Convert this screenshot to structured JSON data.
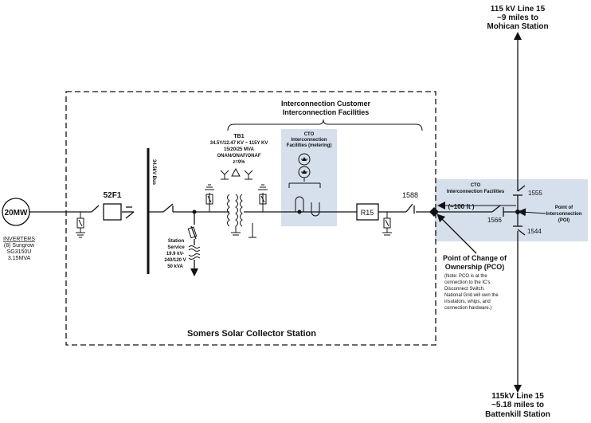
{
  "line15_north": {
    "line1": "115 kV Line 15",
    "line2": "~9 miles to",
    "line3": "Mohican Station"
  },
  "line15_south": {
    "line1": "115kV Line 15",
    "line2": "~5.18 miles to",
    "line3": "Battenkill Station"
  },
  "generator": {
    "label": "20MW",
    "inverters_title": "INVERTERS",
    "inverters_line2": "(8) Sungrow",
    "inverters_line3": "SG3150U",
    "inverters_line4": "3.15MVA"
  },
  "breaker_52f1": "52F1",
  "bus_label": "34.5kV Bus",
  "transformer": {
    "line1": "TB1",
    "line2": "34.5Y/12.47 KV ~ 115Y KV",
    "line3": "15/20/25 MVA",
    "line4": "ONAN/ONAF/ONAF",
    "line5": "z=9%"
  },
  "station_service": {
    "line1": "Station",
    "line2": "Service",
    "line3": "19.9 kV-",
    "line4": "240/120 V",
    "line5": "50 kVA"
  },
  "ic_facilities": {
    "line1": "Interconnection Customer",
    "line2": "Interconnection Facilities"
  },
  "cto_metering": {
    "line1": "CTO",
    "line2": "Interconnection",
    "line3": "Facilities (metering)"
  },
  "recloser": "R15",
  "switch_1588": "1588",
  "cto_facilities": {
    "line1": "CTO",
    "line2": "Interconnection Facilities"
  },
  "distance": "(~100 ft )",
  "switch_1555": "1555",
  "switch_1566": "1566",
  "switch_1544": "1544",
  "poi": {
    "line1": "Point of",
    "line2": "Interconnection",
    "line3": "(POI)"
  },
  "pco": {
    "title1": "Point of Change of",
    "title2": "Ownership (PCO)",
    "note1": "(Note: PCO is at the",
    "note2": "connection to the IC's",
    "note3": "Disconnect Switch.",
    "note4": "National Grid will own the",
    "note5": "insulators, whips, and",
    "note6": "connection hardware.)"
  },
  "station_name": "Somers Solar Collector Station",
  "colors": {
    "cto_fill": "#d5e0ec",
    "line": "#111111"
  }
}
